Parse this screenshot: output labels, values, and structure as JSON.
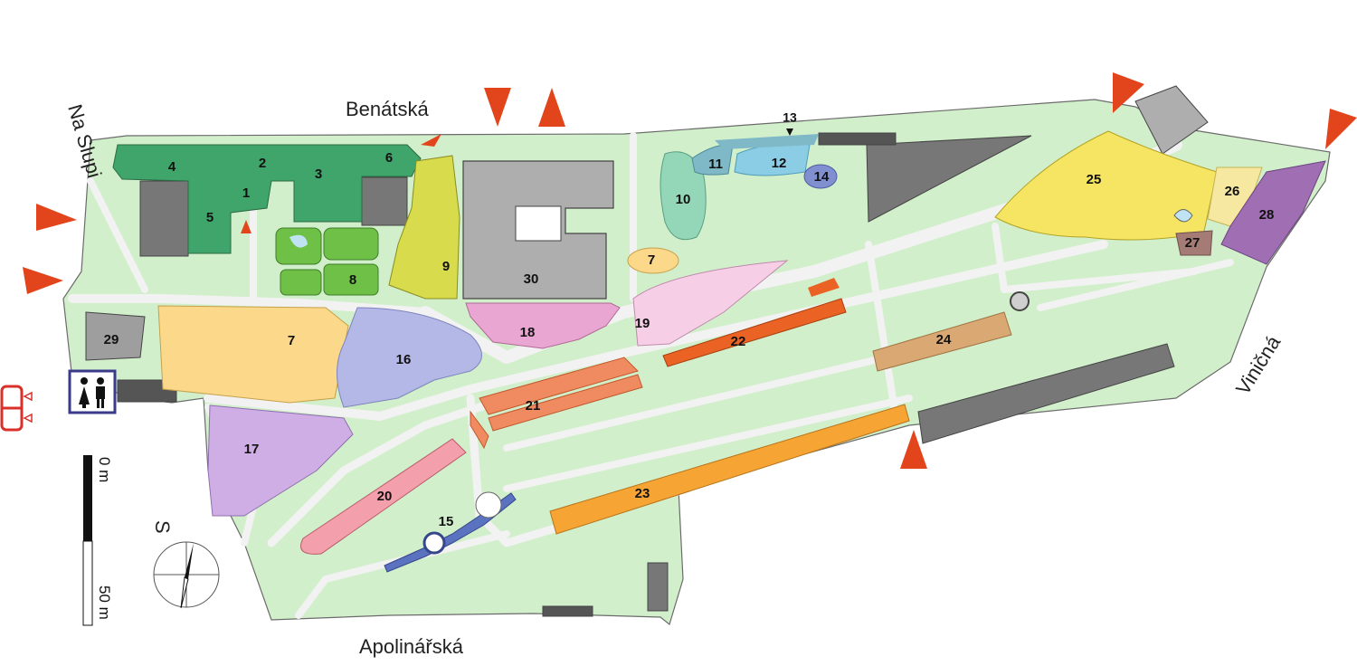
{
  "streets": {
    "benatska": "Benátská",
    "na_slupi": "Na Slupi",
    "vinicna": "Viničná",
    "apolinarska": "Apolinářská"
  },
  "scale": {
    "start": "0 m",
    "end": "50 m"
  },
  "compass": {
    "label": "S"
  },
  "areas": [
    {
      "id": "1",
      "color": "#3fa56a"
    },
    {
      "id": "2",
      "color": "#3fa56a"
    },
    {
      "id": "3",
      "color": "#3fa56a"
    },
    {
      "id": "4",
      "color": "#3fa56a"
    },
    {
      "id": "5",
      "color": "#3fa56a"
    },
    {
      "id": "6",
      "color": "#3fa56a"
    },
    {
      "id": "7",
      "color": "#fbd88a"
    },
    {
      "id": "8",
      "color": "#6fc046"
    },
    {
      "id": "9",
      "color": "#d8dc4c"
    },
    {
      "id": "10",
      "color": "#94d6b8"
    },
    {
      "id": "11",
      "color": "#7fb9c8"
    },
    {
      "id": "12",
      "color": "#8ccde6"
    },
    {
      "id": "13",
      "color": "#7fb9c8"
    },
    {
      "id": "14",
      "color": "#7f8fcf"
    },
    {
      "id": "15",
      "color": "#5a72c0"
    },
    {
      "id": "16",
      "color": "#b4b8e6"
    },
    {
      "id": "17",
      "color": "#cfaee6"
    },
    {
      "id": "18",
      "color": "#e9a6d2"
    },
    {
      "id": "19",
      "color": "#f6cfe6"
    },
    {
      "id": "20",
      "color": "#f3a0ac"
    },
    {
      "id": "21",
      "color": "#f08a60"
    },
    {
      "id": "22",
      "color": "#ea6325"
    },
    {
      "id": "23",
      "color": "#f6a535"
    },
    {
      "id": "24",
      "color": "#d9a873"
    },
    {
      "id": "25",
      "color": "#f6e563"
    },
    {
      "id": "26",
      "color": "#f6e8a0"
    },
    {
      "id": "27",
      "color": "#a57b75"
    },
    {
      "id": "28",
      "color": "#a06fb3"
    },
    {
      "id": "29",
      "color": "#9e9e9e"
    },
    {
      "id": "30",
      "color": "#aeaeae"
    }
  ],
  "colors": {
    "lawn": "#d2efcb",
    "path": "#f2f2f2",
    "building": "#777777",
    "building_light": "#aeaeae",
    "entrance": "#e2451c",
    "outline": "#6b6b6b"
  },
  "icons": [
    "toilet-icon",
    "tram-icon",
    "compass-icon",
    "entrance-arrow-icon"
  ]
}
